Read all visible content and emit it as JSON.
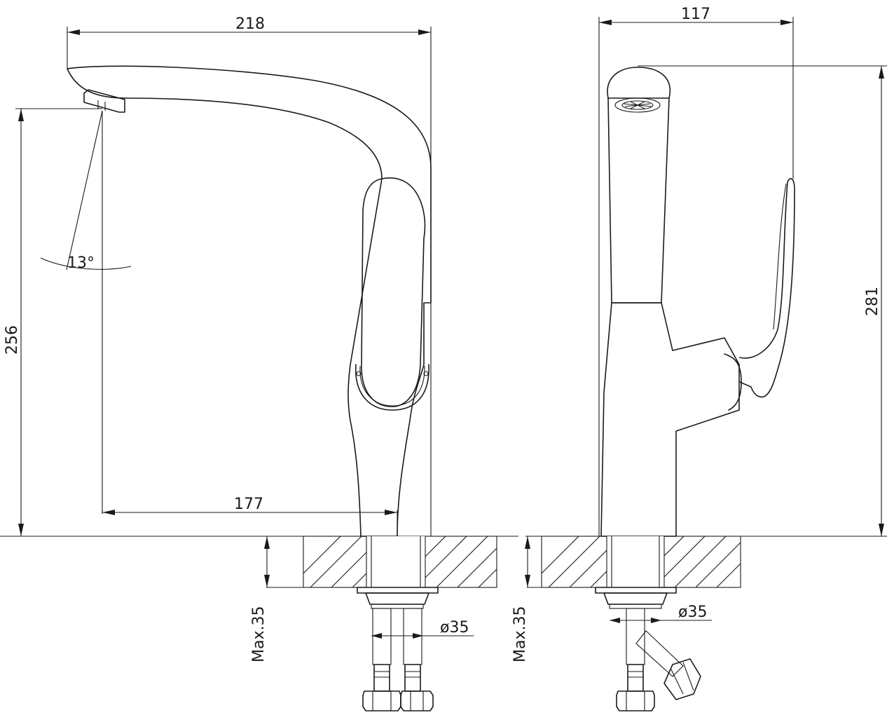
{
  "dimensions": {
    "front_width": "218",
    "spout_height": "256",
    "spout_reach": "177",
    "spray_angle": "13°",
    "max_thickness_front": "Max.35",
    "hole_diameter_front": "ø35",
    "side_width": "117",
    "total_height": "281",
    "max_thickness_side": "Max.35",
    "hole_diameter_side": "ø35"
  }
}
